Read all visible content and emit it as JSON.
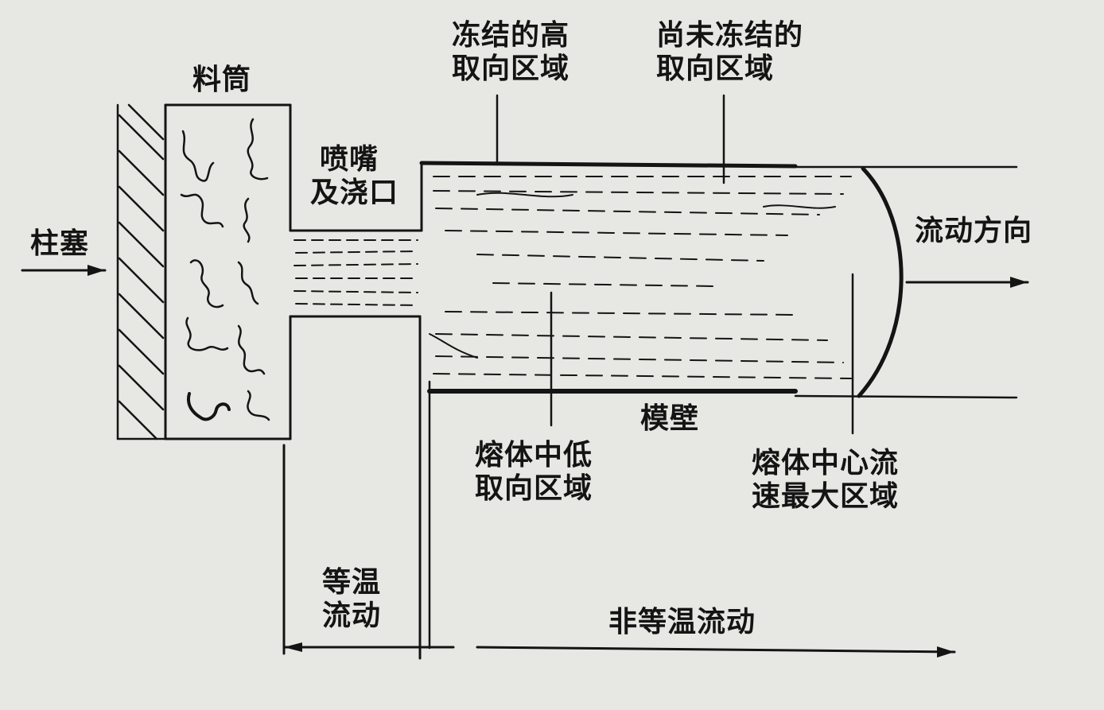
{
  "labels": {
    "barrel": "料筒",
    "plunger": "柱塞",
    "nozzle_gate": [
      "喷嘴",
      "及浇口"
    ],
    "frozen_high": [
      "冻结的高",
      "取向区域"
    ],
    "unfrozen": [
      "尚未冻结的",
      "取向区域"
    ],
    "flow_direction": "流动方向",
    "mold_wall": "模壁",
    "melt_low": [
      "熔体中低",
      "取向区域"
    ],
    "melt_center": [
      "熔体中心流",
      "速最大区域"
    ],
    "isothermal": [
      "等温",
      "流动"
    ],
    "nonisothermal": "非等温流动"
  },
  "colors": {
    "background": "#e7e8e3",
    "ink": "#141414"
  }
}
